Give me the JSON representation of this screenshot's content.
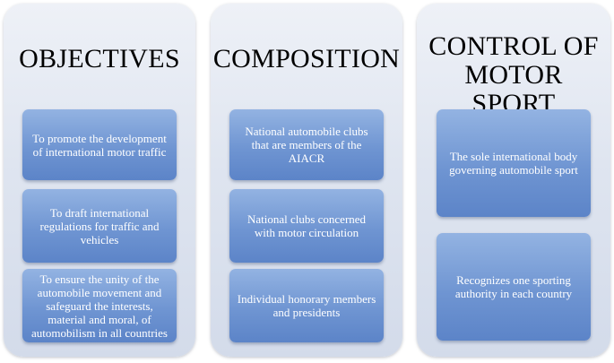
{
  "columns": [
    {
      "title": "OBJECTIVES",
      "items": [
        "To promote the development of international motor traffic",
        "To draft international regulations for traffic and vehicles",
        "To ensure the unity of the automobile movement and safeguard the interests, material and moral, of automobilism in all countries"
      ]
    },
    {
      "title": "COMPOSITION",
      "items": [
        "National automobile clubs that are members of the AIACR",
        "National clubs concerned with motor circulation",
        "Individual honorary members and presidents"
      ]
    },
    {
      "title": "CONTROL OF MOTOR SPORT",
      "items": [
        "The sole international body governing automobile sport",
        "Recognizes one sporting authority in each country"
      ]
    }
  ]
}
